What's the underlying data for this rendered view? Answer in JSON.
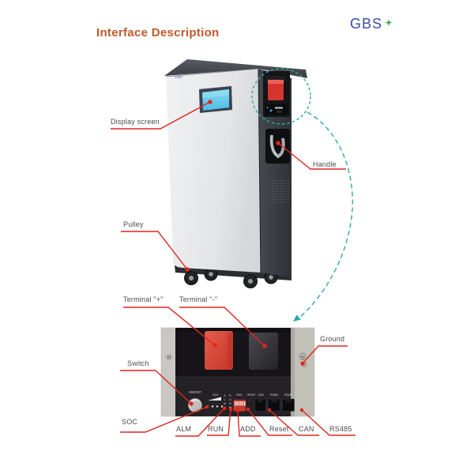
{
  "header": {
    "title": "Interface Description",
    "brand": "GBS"
  },
  "device": {
    "logo": "GBS"
  },
  "callouts": {
    "display_screen": "Display screen",
    "handle": "Handle",
    "pulley": "Pulley",
    "terminal_plus": "Terminal \"+\"",
    "terminal_minus": "Terminal \"-\"",
    "switch": "Switch",
    "ground": "Ground",
    "soc": "SOC",
    "alm": "ALM",
    "run": "RUN",
    "add": "ADD",
    "reset": "Reset",
    "can": "CAN",
    "rs485": "RS485"
  },
  "panel": {
    "on_off": "ON/OFF",
    "soc": "SOC",
    "alm_letters": [
      "A",
      "L",
      "M"
    ],
    "run_letters": [
      "R",
      "U",
      "N"
    ],
    "add": "ADD",
    "reset": "RESET",
    "can": "CAN",
    "rs485_left": "RS485",
    "rs485_right": "RS485"
  },
  "colors": {
    "title": "#C2582B",
    "brand_blue": "#3D4DA1",
    "brand_green": "#3BAE49",
    "leader_red": "#E0271F",
    "dashed_teal": "#2EA9A3",
    "screen_cyan": "#5FC8EC",
    "breaker_red": "#D6342C",
    "terminal_red": "#DD4A3F"
  }
}
